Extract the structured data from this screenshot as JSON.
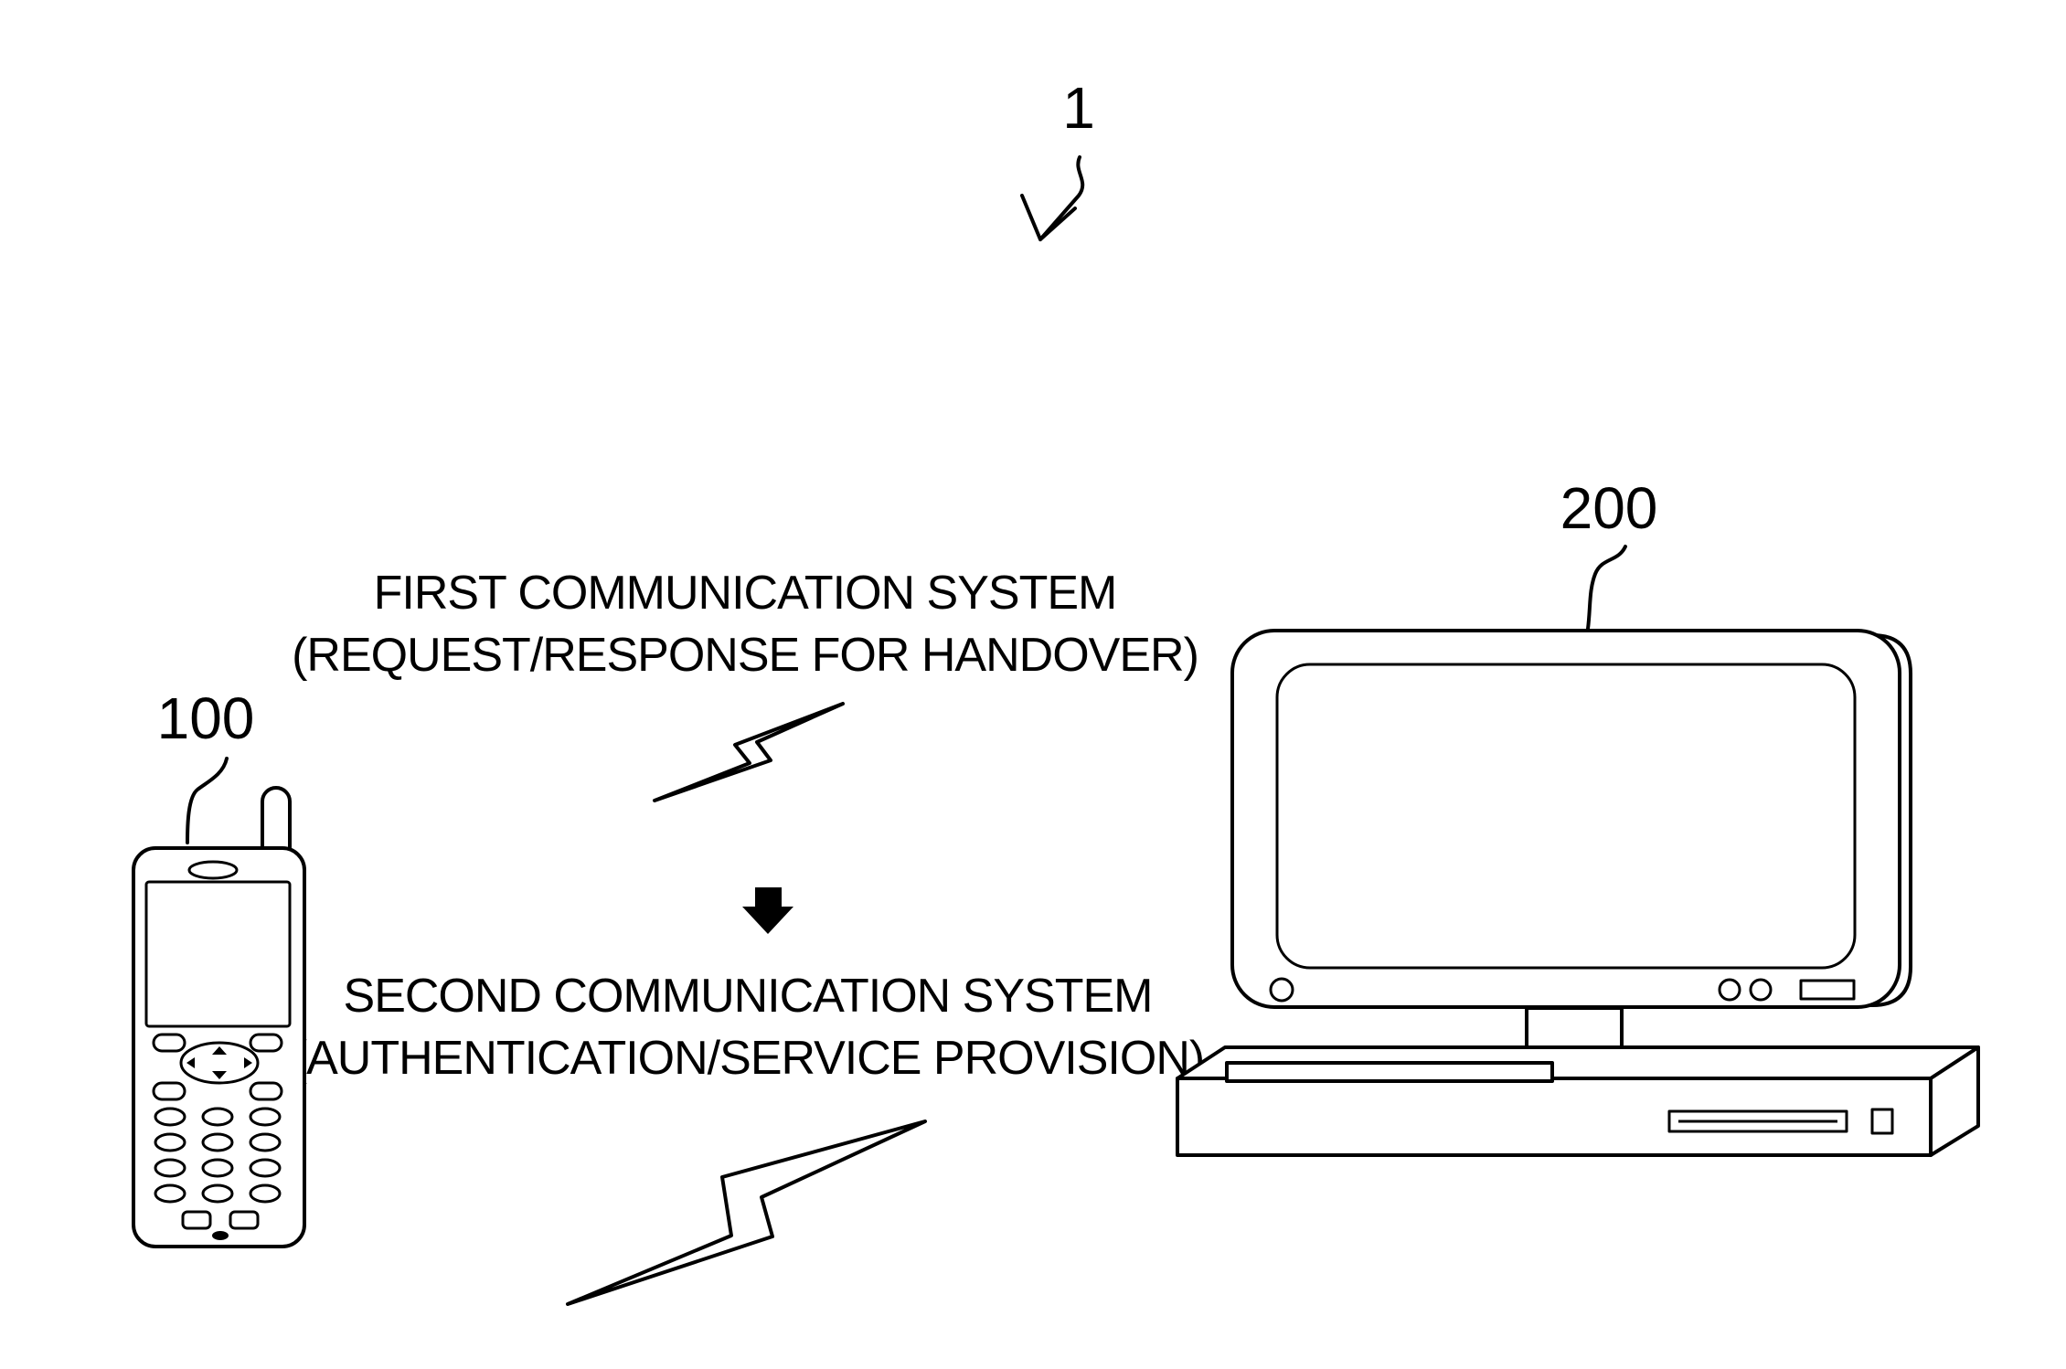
{
  "figure": {
    "system_ref": "1",
    "terminal_ref": "100",
    "device_ref": "200",
    "first_system_title": "FIRST COMMUNICATION SYSTEM",
    "first_system_note": "(REQUEST/RESPONSE FOR HANDOVER)",
    "second_system_title": "SECOND COMMUNICATION SYSTEM",
    "second_system_note": "(AUTHENTICATION/SERVICE PROVISION)"
  }
}
